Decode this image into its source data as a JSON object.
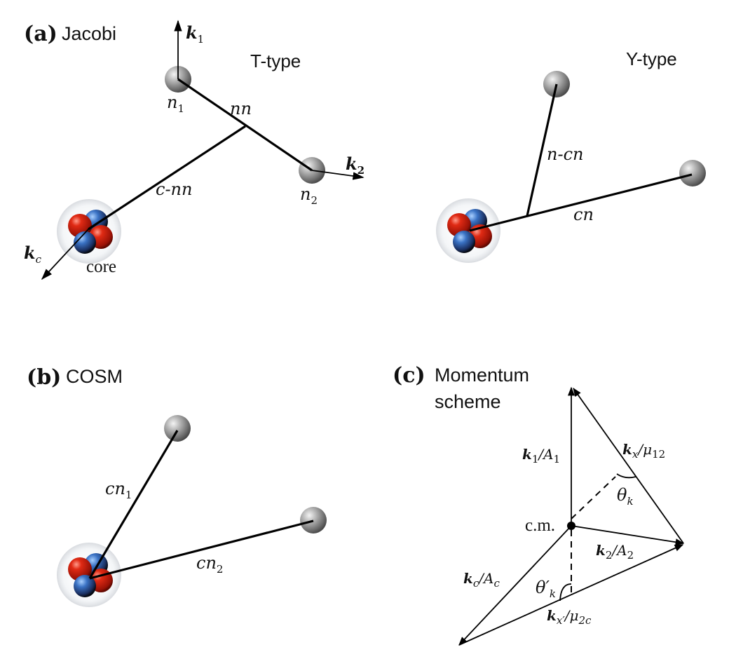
{
  "figure": {
    "panel_a": {
      "letter": "(a)",
      "title": "Jacobi",
      "t_type": {
        "title": "T-type",
        "labels": {
          "k1": "k",
          "k1_sub": "1",
          "k2": "k",
          "k2_sub": "2",
          "kc": "k",
          "kc_sub": "c",
          "n1": "n",
          "n1_sub": "1",
          "n2": "n",
          "n2_sub": "2",
          "nn": "nn",
          "c_nn": "c-nn",
          "core": "core"
        }
      },
      "y_type": {
        "title": "Y-type",
        "labels": {
          "n_cn": "n-cn",
          "cn": "cn"
        }
      }
    },
    "panel_b": {
      "letter": "(b)",
      "title": "COSM",
      "labels": {
        "cn1": "cn",
        "cn1_sub": "1",
        "cn2": "cn",
        "cn2_sub": "2"
      }
    },
    "panel_c": {
      "letter": "(c)",
      "title_line1": "Momentum",
      "title_line2": "scheme",
      "labels": {
        "cm": "c.m.",
        "k1_A1": "k",
        "k1_A1_sub": "1",
        "k1_A1_den": "/A",
        "k1_A1_den_sub": "1",
        "k2_A2": "k",
        "k2_A2_sub": "2",
        "k2_A2_den": "/A",
        "k2_A2_den_sub": "2",
        "kc_Ac": "k",
        "kc_Ac_sub": "c",
        "kc_Ac_den": "/A",
        "kc_Ac_den_sub": "c",
        "kx_mu12": "k",
        "kx_mu12_sub": "x",
        "kx_mu12_den": "/μ",
        "kx_mu12_den_sub": "12",
        "kxp_mu2c": "k",
        "kxp_mu2c_sub": "x′",
        "kxp_mu2c_den": "/μ",
        "kxp_mu2c_den_sub": "2c",
        "theta_k": "θ",
        "theta_k_sub": "k",
        "theta_k_prime": "θ′",
        "theta_k_prime_sub": "k"
      }
    },
    "colors": {
      "proton": "#cc2211",
      "neutron": "#2f5fa8",
      "valence_neutron": "#8a8a8a",
      "line": "#000000"
    }
  }
}
